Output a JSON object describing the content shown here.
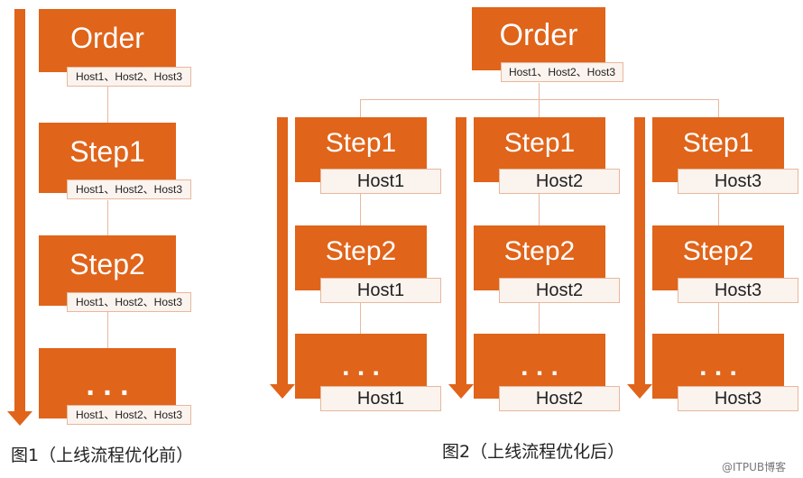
{
  "figure1": {
    "caption": "图1（上线流程优化前）",
    "nodes": [
      {
        "title": "Order",
        "hosts": "Host1、Host2、Host3"
      },
      {
        "title": "Step1",
        "hosts": "Host1、Host2、Host3"
      },
      {
        "title": "Step2",
        "hosts": "Host1、Host2、Host3"
      },
      {
        "title": ". . .",
        "hosts": "Host1、Host2、Host3"
      }
    ]
  },
  "figure2": {
    "caption": "图2（上线流程优化后）",
    "order": {
      "title": "Order",
      "hosts": "Host1、Host2、Host3"
    },
    "columns": [
      {
        "steps": [
          {
            "title": "Step1",
            "host": "Host1"
          },
          {
            "title": "Step2",
            "host": "Host1"
          },
          {
            "title": ". . .",
            "host": "Host1"
          }
        ]
      },
      {
        "steps": [
          {
            "title": "Step1",
            "host": "Host2"
          },
          {
            "title": "Step2",
            "host": "Host2"
          },
          {
            "title": ". . .",
            "host": "Host2"
          }
        ]
      },
      {
        "steps": [
          {
            "title": "Step1",
            "host": "Host3"
          },
          {
            "title": "Step2",
            "host": "Host3"
          },
          {
            "title": ". . .",
            "host": "Host3"
          }
        ]
      }
    ]
  },
  "watermark": "@ITPUB博客",
  "colors": {
    "box": "#e0641a",
    "tag_bg": "#fbf3ee",
    "tag_border": "#e7b89c"
  }
}
